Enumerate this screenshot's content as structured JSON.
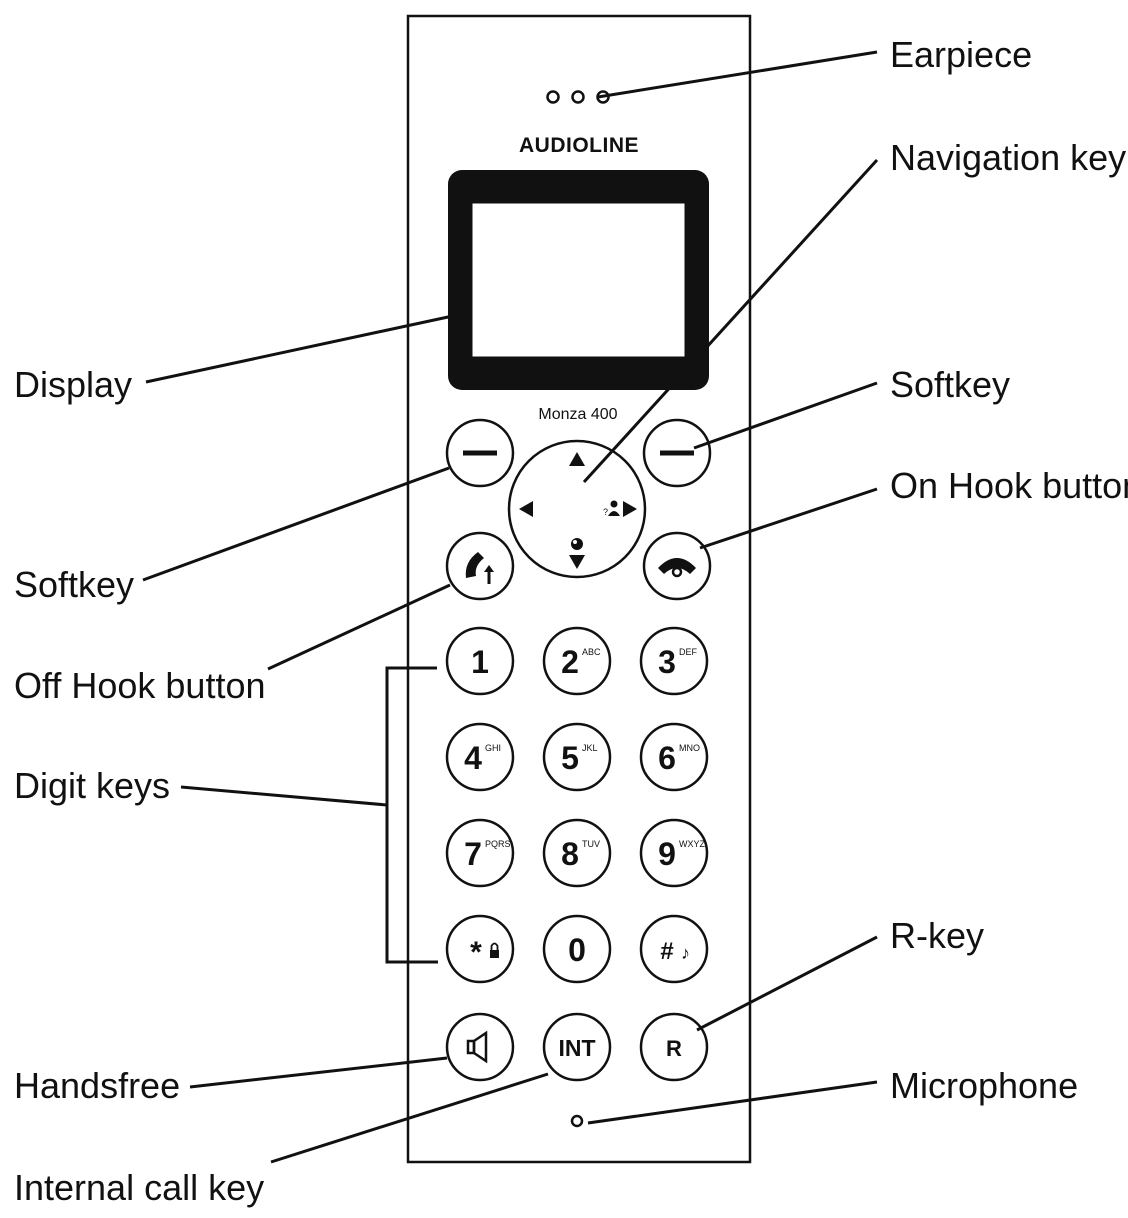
{
  "phone": {
    "brand": "AUDIOLINE",
    "model": "Monza 400",
    "digit_keys": [
      {
        "main": "1",
        "sub": ""
      },
      {
        "main": "2",
        "sub": "ABC"
      },
      {
        "main": "3",
        "sub": "DEF"
      },
      {
        "main": "4",
        "sub": "GHI"
      },
      {
        "main": "5",
        "sub": "JKL"
      },
      {
        "main": "6",
        "sub": "MNO"
      },
      {
        "main": "7",
        "sub": "PQRS"
      },
      {
        "main": "8",
        "sub": "TUV"
      },
      {
        "main": "9",
        "sub": "WXYZ"
      },
      {
        "main": "*",
        "sub": ""
      },
      {
        "main": "0",
        "sub": ""
      },
      {
        "main": "#",
        "sub": "♪"
      }
    ],
    "int_key": "INT",
    "r_key": "R"
  },
  "labels": {
    "earpiece": "Earpiece",
    "navigation_key": "Navigation key",
    "display": "Display",
    "softkey_right": "Softkey",
    "on_hook_button": "On Hook button",
    "softkey_left": "Softkey",
    "off_hook_button": "Off Hook button",
    "digit_keys": "Digit keys",
    "r_key": "R-key",
    "handsfree": "Handsfree",
    "microphone": "Microphone",
    "internal_call_key": "Internal call key"
  }
}
